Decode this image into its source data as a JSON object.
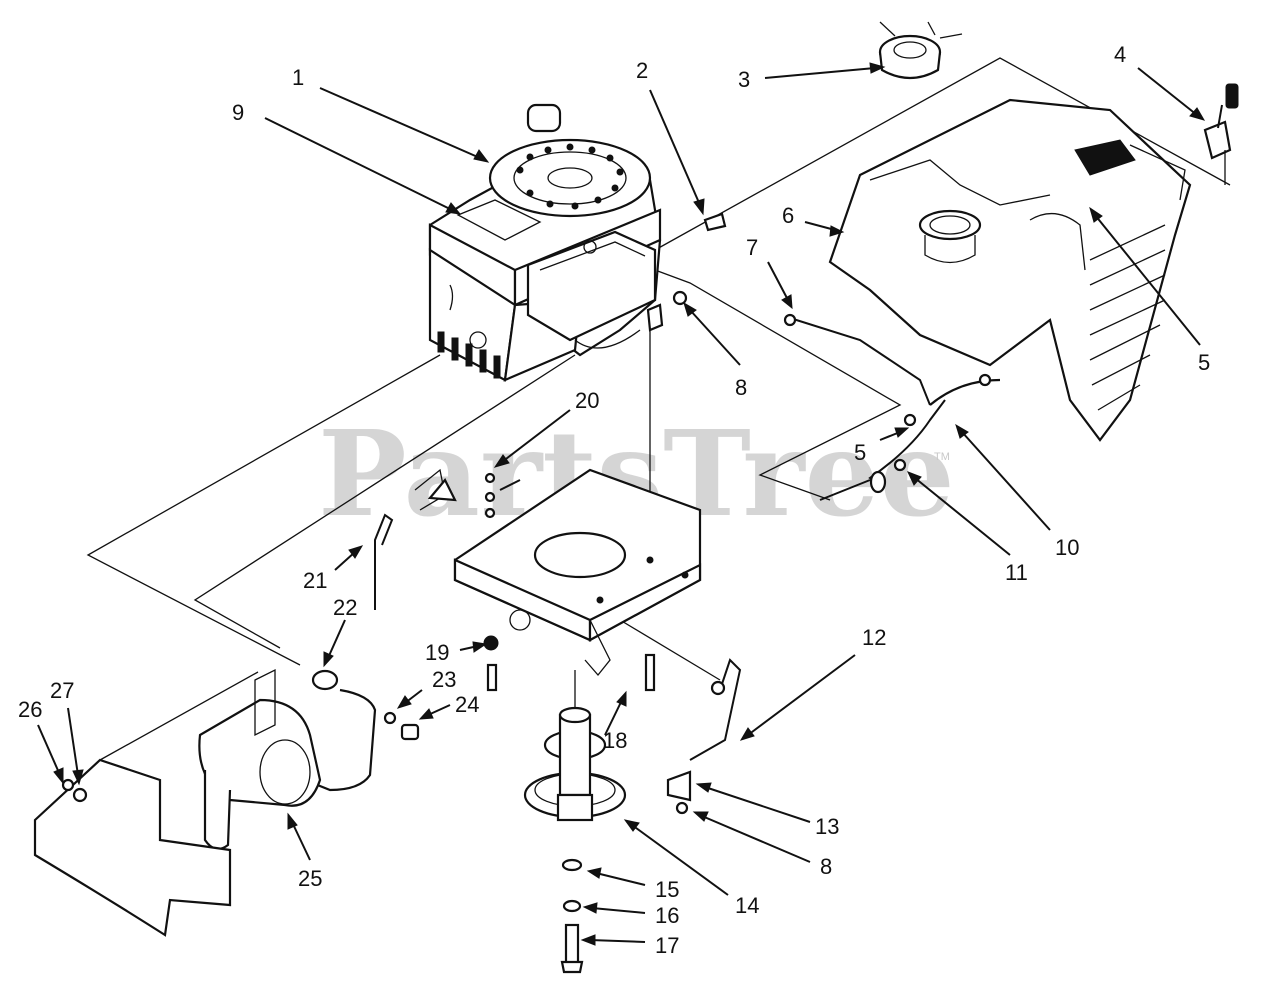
{
  "watermark": {
    "text": "PartsTree",
    "trademark": "TM"
  },
  "callouts": [
    {
      "id": "c1",
      "text": "1"
    },
    {
      "id": "c2",
      "text": "2"
    },
    {
      "id": "c3",
      "text": "3"
    },
    {
      "id": "c4",
      "text": "4"
    },
    {
      "id": "c5a",
      "text": "5"
    },
    {
      "id": "c5b",
      "text": "5"
    },
    {
      "id": "c6",
      "text": "6"
    },
    {
      "id": "c7",
      "text": "7"
    },
    {
      "id": "c8a",
      "text": "8"
    },
    {
      "id": "c8b",
      "text": "8"
    },
    {
      "id": "c9",
      "text": "9"
    },
    {
      "id": "c10",
      "text": "10"
    },
    {
      "id": "c11",
      "text": "11"
    },
    {
      "id": "c12",
      "text": "12"
    },
    {
      "id": "c13",
      "text": "13"
    },
    {
      "id": "c14",
      "text": "14"
    },
    {
      "id": "c15",
      "text": "15"
    },
    {
      "id": "c16",
      "text": "16"
    },
    {
      "id": "c17",
      "text": "17"
    },
    {
      "id": "c18",
      "text": "18"
    },
    {
      "id": "c19",
      "text": "19"
    },
    {
      "id": "c20",
      "text": "20"
    },
    {
      "id": "c21",
      "text": "21"
    },
    {
      "id": "c22",
      "text": "22"
    },
    {
      "id": "c23",
      "text": "23"
    },
    {
      "id": "c24",
      "text": "24"
    },
    {
      "id": "c25",
      "text": "25"
    },
    {
      "id": "c26",
      "text": "26"
    },
    {
      "id": "c27",
      "text": "27"
    }
  ]
}
